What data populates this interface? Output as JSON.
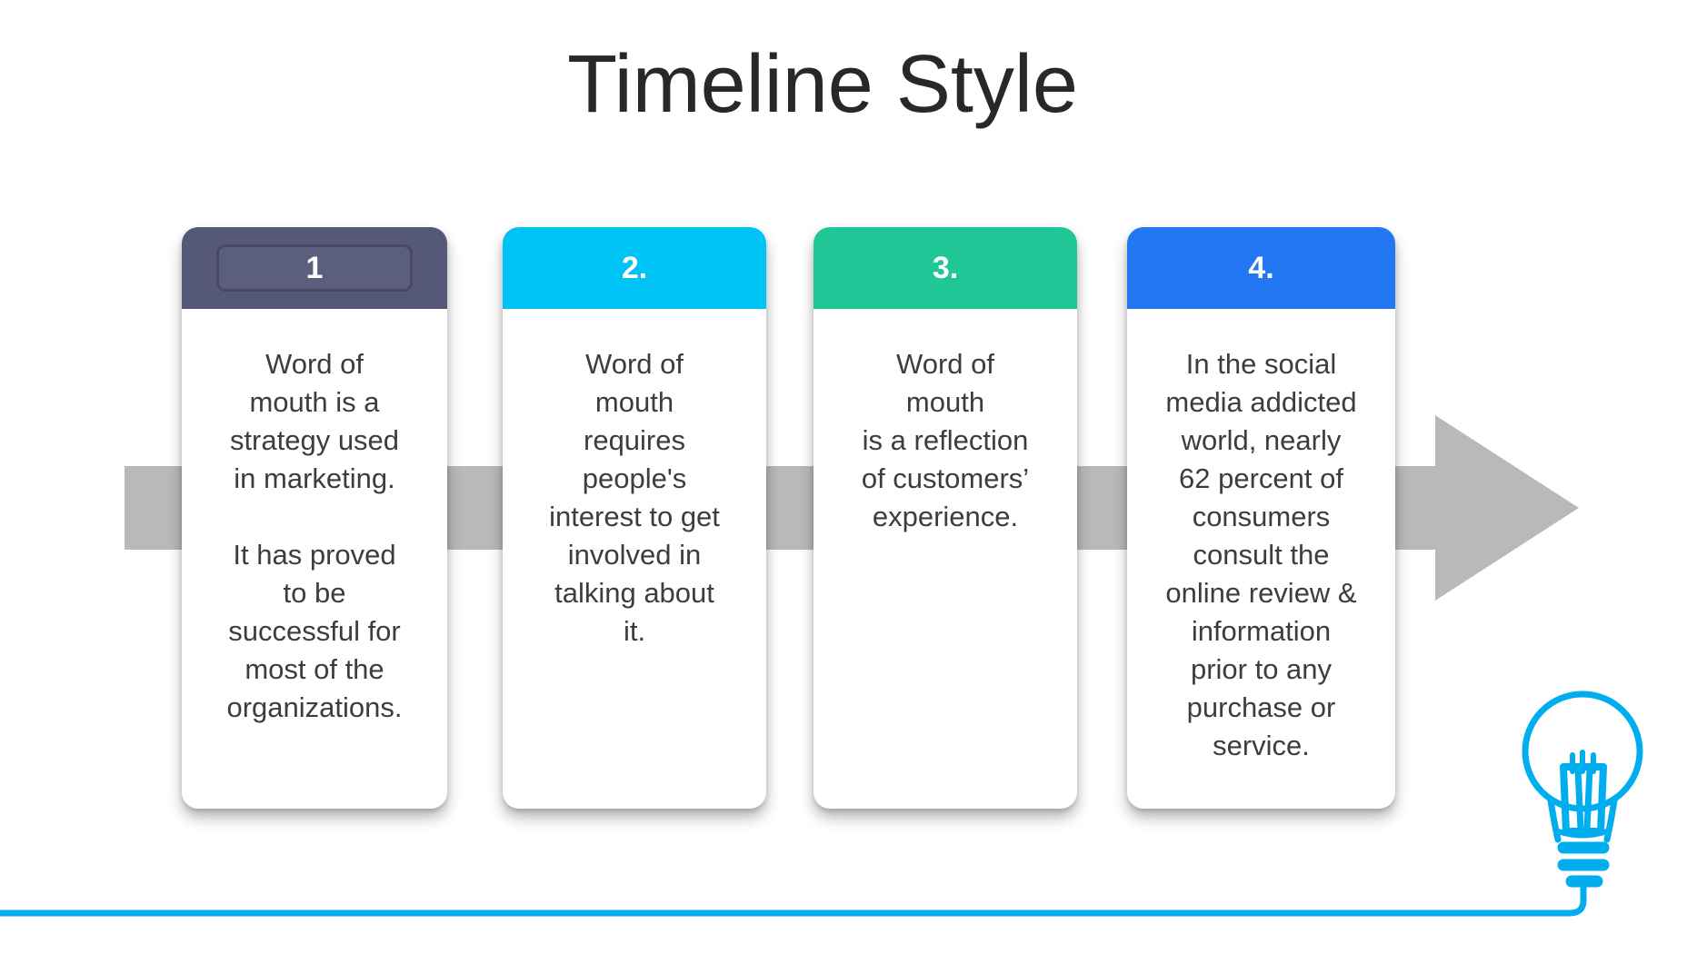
{
  "title": "Timeline Style",
  "colors": {
    "step1_header": "#555877",
    "step2_header": "#00c3f5",
    "step3_header": "#1ec795",
    "step4_header": "#2477f2",
    "arrow_gray": "#b9b9b9",
    "accent_cyan": "#00aeef",
    "title_text": "#282828",
    "body_text": "#3d3d3d"
  },
  "cards": [
    {
      "number": "1",
      "header_color": "#555877",
      "text": "Word of\nmouth is a\nstrategy used\nin marketing.\n\nIt has proved\nto be\nsuccessful for\nmost of the\norganizations."
    },
    {
      "number": "2.",
      "header_color": "#00c3f5",
      "text": "Word of\nmouth\nrequires\npeople's\ninterest to get\ninvolved in\ntalking about\nit."
    },
    {
      "number": "3.",
      "header_color": "#1ec795",
      "text": "Word of\nmouth\nis a reflection\nof customers’\nexperience."
    },
    {
      "number": "4.",
      "header_color": "#2477f2",
      "text": "In the social\nmedia addicted\nworld, nearly\n62 percent of\nconsumers\nconsult the\nonline review &\ninformation\nprior to any\npurchase or\nservice."
    }
  ],
  "icons": {
    "lightbulb": "lightbulb-icon"
  }
}
